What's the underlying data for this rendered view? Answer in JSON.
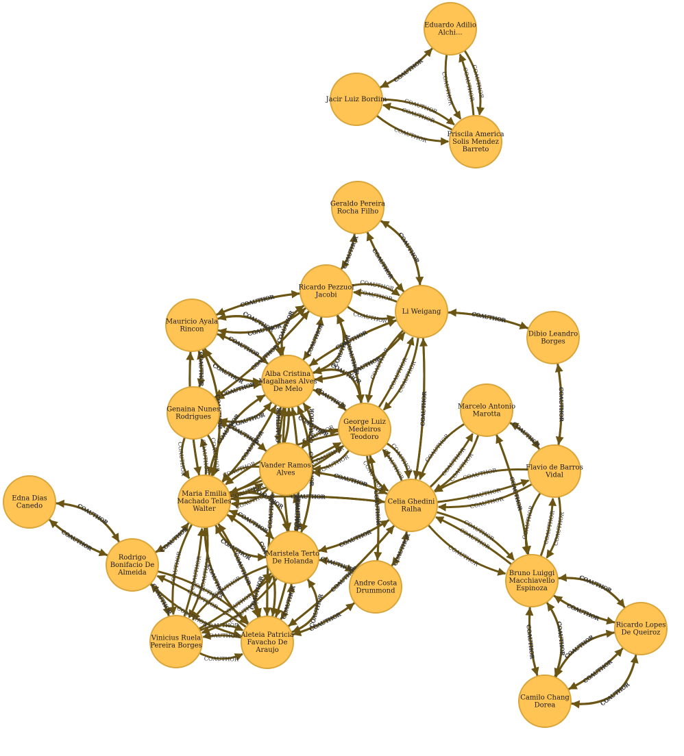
{
  "graph": {
    "edge_label": "COAUTHOR",
    "colors": {
      "node_fill": "#ffc454",
      "node_stroke": "#d9a53a",
      "edge": "#6b5514"
    },
    "nodes": [
      {
        "id": "eduardo",
        "label": [
          "Eduardo Adilio",
          "Alchi..."
        ]
      },
      {
        "id": "jacir",
        "label": [
          "Jacir Luiz Bordim"
        ]
      },
      {
        "id": "priscila",
        "label": [
          "Priscila America",
          "Solis Mendez",
          "Barreto"
        ]
      },
      {
        "id": "geraldo",
        "label": [
          "Geraldo Pereira",
          "Rocha Filho"
        ]
      },
      {
        "id": "ricardo_p",
        "label": [
          "Ricardo Pezzuol",
          "Jacobi"
        ]
      },
      {
        "id": "li",
        "label": [
          "Li Weigang"
        ]
      },
      {
        "id": "dibio",
        "label": [
          "Dibio Leandro",
          "Borges"
        ]
      },
      {
        "id": "mauricio",
        "label": [
          "Mauricio Ayala",
          "Rincon"
        ]
      },
      {
        "id": "alba",
        "label": [
          "Alba Cristina",
          "Magalhaes Alves",
          "De Melo"
        ]
      },
      {
        "id": "genaina",
        "label": [
          "Genaina Nunes",
          "Rodrigues"
        ]
      },
      {
        "id": "george",
        "label": [
          "George Luiz",
          "Medeiros",
          "Teodoro"
        ]
      },
      {
        "id": "marcelo",
        "label": [
          "Marcelo Antonio",
          "Marotta"
        ]
      },
      {
        "id": "flavio",
        "label": [
          "Flavio de Barros",
          "Vidal"
        ]
      },
      {
        "id": "vander",
        "label": [
          "Vander Ramos",
          "Alves"
        ]
      },
      {
        "id": "maria",
        "label": [
          "Maria Emilia",
          "Machado Telles",
          "Walter"
        ]
      },
      {
        "id": "celia",
        "label": [
          "Celia Ghedini",
          "Ralha"
        ]
      },
      {
        "id": "edna",
        "label": [
          "Edna Dias",
          "Canedo"
        ]
      },
      {
        "id": "rodrigo",
        "label": [
          "Rodrigo",
          "Bonifacio De",
          "Almeida"
        ]
      },
      {
        "id": "maristela",
        "label": [
          "Maristela Terto",
          "De Holanda"
        ]
      },
      {
        "id": "andre",
        "label": [
          "Andre Costa",
          "Drummond"
        ]
      },
      {
        "id": "bruno",
        "label": [
          "Bruno Luiggi",
          "Macchiavello",
          "Espinoza"
        ]
      },
      {
        "id": "ricardo_l",
        "label": [
          "Ricardo Lopes",
          "De Queiroz"
        ]
      },
      {
        "id": "vinicius",
        "label": [
          "Vinicius Ruela",
          "Pereira Borges"
        ]
      },
      {
        "id": "aleteia",
        "label": [
          "Aleteia Patricia",
          "Favacho De",
          "Araujo"
        ]
      },
      {
        "id": "camilo",
        "label": [
          "Camilo Chang",
          "Dorea"
        ]
      }
    ],
    "edges": [
      [
        "eduardo",
        "jacir",
        2
      ],
      [
        "eduardo",
        "priscila",
        3
      ],
      [
        "jacir",
        "priscila",
        3
      ],
      [
        "geraldo",
        "li",
        4
      ],
      [
        "geraldo",
        "ricardo_p",
        2
      ],
      [
        "ricardo_p",
        "li",
        3
      ],
      [
        "ricardo_p",
        "alba",
        6
      ],
      [
        "ricardo_p",
        "mauricio",
        4
      ],
      [
        "ricardo_p",
        "george",
        2
      ],
      [
        "ricardo_p",
        "genaina",
        2
      ],
      [
        "li",
        "dibio",
        2
      ],
      [
        "li",
        "alba",
        4
      ],
      [
        "li",
        "george",
        3
      ],
      [
        "li",
        "celia",
        2
      ],
      [
        "dibio",
        "flavio",
        2
      ],
      [
        "mauricio",
        "alba",
        6
      ],
      [
        "mauricio",
        "maria",
        4
      ],
      [
        "mauricio",
        "genaina",
        2
      ],
      [
        "alba",
        "genaina",
        4
      ],
      [
        "alba",
        "george",
        6
      ],
      [
        "alba",
        "vander",
        4
      ],
      [
        "alba",
        "maria",
        6
      ],
      [
        "alba",
        "maristela",
        4
      ],
      [
        "alba",
        "aleteia",
        4
      ],
      [
        "genaina",
        "maria",
        3
      ],
      [
        "genaina",
        "vander",
        2
      ],
      [
        "george",
        "vander",
        3
      ],
      [
        "george",
        "celia",
        3
      ],
      [
        "george",
        "andre",
        2
      ],
      [
        "george",
        "maria",
        3
      ],
      [
        "marcelo",
        "flavio",
        2
      ],
      [
        "marcelo",
        "celia",
        3
      ],
      [
        "marcelo",
        "bruno",
        2
      ],
      [
        "flavio",
        "celia",
        3
      ],
      [
        "flavio",
        "bruno",
        3
      ],
      [
        "vander",
        "maria",
        3
      ],
      [
        "vander",
        "maristela",
        2
      ],
      [
        "vander",
        "celia",
        2
      ],
      [
        "maria",
        "maristela",
        6
      ],
      [
        "maria",
        "rodrigo",
        2
      ],
      [
        "maria",
        "aleteia",
        6
      ],
      [
        "maria",
        "vinicius",
        3
      ],
      [
        "maria",
        "celia",
        2
      ],
      [
        "celia",
        "bruno",
        3
      ],
      [
        "celia",
        "maristela",
        2
      ],
      [
        "celia",
        "andre",
        2
      ],
      [
        "celia",
        "aleteia",
        2
      ],
      [
        "edna",
        "rodrigo",
        4
      ],
      [
        "rodrigo",
        "vinicius",
        2
      ],
      [
        "rodrigo",
        "aleteia",
        3
      ],
      [
        "maristela",
        "aleteia",
        6
      ],
      [
        "maristela",
        "vinicius",
        3
      ],
      [
        "maristela",
        "andre",
        2
      ],
      [
        "andre",
        "aleteia",
        2
      ],
      [
        "bruno",
        "ricardo_l",
        4
      ],
      [
        "bruno",
        "camilo",
        4
      ],
      [
        "ricardo_l",
        "camilo",
        6
      ],
      [
        "vinicius",
        "aleteia",
        3
      ]
    ]
  }
}
